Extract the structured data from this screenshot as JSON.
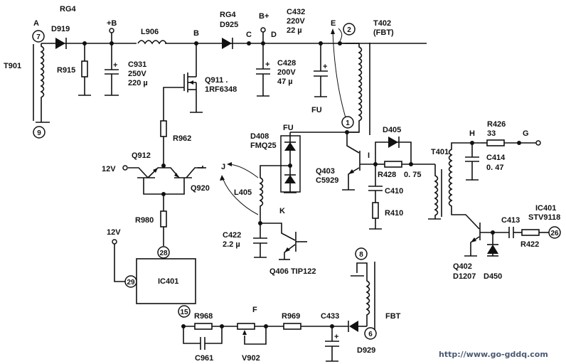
{
  "title": "Horizontal deflection / B+ boost supply schematic",
  "nodes": [
    "A",
    "+B",
    "B",
    "C",
    "D",
    "B+",
    "E",
    "F",
    "H",
    "G",
    "I",
    "J",
    "K",
    "FU"
  ],
  "labels": {
    "rg4_top": "RG4",
    "d919": "D919",
    "node_a": "A",
    "pin7": "7",
    "t901": "T901",
    "pin9": "9",
    "r915": "R915",
    "plus_b": "+B",
    "c931": [
      "C931",
      "250V",
      "220 µ"
    ],
    "l906": "L906",
    "node_b": "B",
    "q911": [
      "Q911 .",
      "1RF6348"
    ],
    "rg4_mid": "RG4",
    "d925": "D925",
    "node_c": "C",
    "node_d": "D",
    "b_plus": "B+",
    "c432": [
      "C432",
      "220V",
      "22 µ"
    ],
    "c428": [
      "C428",
      "200V",
      "47 µ"
    ],
    "fu1": "FU",
    "node_e": "E",
    "pin2": "2",
    "pin1": "1",
    "t402": [
      "T402",
      "(FBT)"
    ],
    "r962": "R962",
    "q912": "Q912",
    "v12a": "12V",
    "q920": "Q920",
    "r980": "R980",
    "v12b": "12V",
    "pin28": "28",
    "pin29": "29",
    "ic401": "IC401",
    "pin15": "15",
    "d408": [
      "D408",
      "FMQ25"
    ],
    "fu2": "FU",
    "node_j": "J",
    "l405": "L405",
    "node_k": "K",
    "c422": [
      "C422",
      "2.2 µ"
    ],
    "q406": "Q406  TIP122",
    "q403": [
      "Q403",
      "C5929"
    ],
    "node_i": "I",
    "d405": "D405",
    "r428": "R428",
    "r428_val": "0. 75",
    "c410": "C410",
    "r410": "R410",
    "t401": "T401",
    "node_h": "H",
    "r426": [
      "R426",
      "33"
    ],
    "node_g": "G",
    "c414": [
      "C414",
      "0. 47"
    ],
    "c413": "C413",
    "ic401b": [
      "IC401",
      "STV9118"
    ],
    "pin26": "26",
    "r422": "R422",
    "q402": [
      "Q402",
      "D1207"
    ],
    "d450": "D450",
    "r968": "R968",
    "node_f": "F",
    "r969": "R969",
    "c433": "C433",
    "pin8": "8",
    "fbt": "FBT",
    "pin6": "6",
    "d929": "D929",
    "c961": "C961",
    "v902": "V902"
  },
  "watermark": "http://www.go-gddq.com"
}
